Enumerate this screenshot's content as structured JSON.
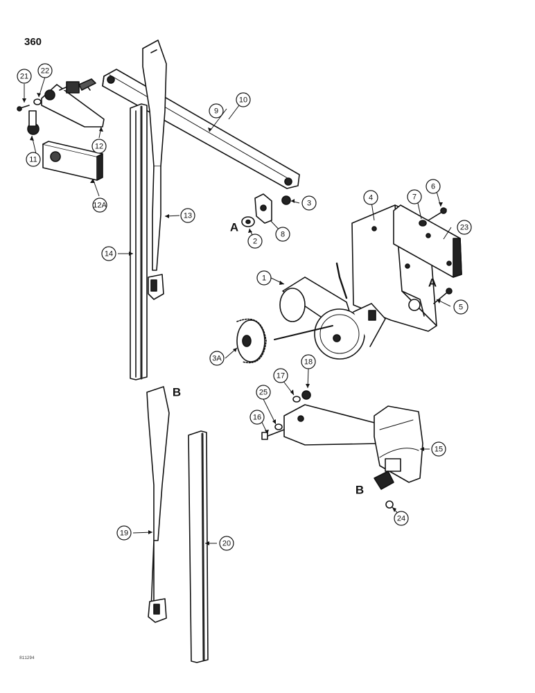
{
  "page": {
    "number": "360",
    "figure_code": "811294"
  },
  "callouts": [
    {
      "id": "c1",
      "label": "1"
    },
    {
      "id": "c2",
      "label": "2"
    },
    {
      "id": "c3",
      "label": "3"
    },
    {
      "id": "c3a",
      "label": "3A"
    },
    {
      "id": "c4",
      "label": "4"
    },
    {
      "id": "c5",
      "label": "5"
    },
    {
      "id": "c6",
      "label": "6"
    },
    {
      "id": "c7",
      "label": "7"
    },
    {
      "id": "c8",
      "label": "8"
    },
    {
      "id": "c9",
      "label": "9"
    },
    {
      "id": "c10",
      "label": "10"
    },
    {
      "id": "c11",
      "label": "11"
    },
    {
      "id": "c12",
      "label": "12"
    },
    {
      "id": "c12a",
      "label": "12A"
    },
    {
      "id": "c13",
      "label": "13"
    },
    {
      "id": "c14",
      "label": "14"
    },
    {
      "id": "c15",
      "label": "15"
    },
    {
      "id": "c16",
      "label": "16"
    },
    {
      "id": "c17",
      "label": "17"
    },
    {
      "id": "c18",
      "label": "18"
    },
    {
      "id": "c19",
      "label": "19"
    },
    {
      "id": "c20",
      "label": "20"
    },
    {
      "id": "c21",
      "label": "21"
    },
    {
      "id": "c22",
      "label": "22"
    },
    {
      "id": "c23",
      "label": "23"
    },
    {
      "id": "c24",
      "label": "24"
    },
    {
      "id": "c25",
      "label": "25"
    }
  ],
  "reference_marks": [
    {
      "id": "ref-a-left",
      "label": "A"
    },
    {
      "id": "ref-a-right",
      "label": "A"
    },
    {
      "id": "ref-b-top",
      "label": "B"
    },
    {
      "id": "ref-b-bottom",
      "label": "B"
    }
  ]
}
